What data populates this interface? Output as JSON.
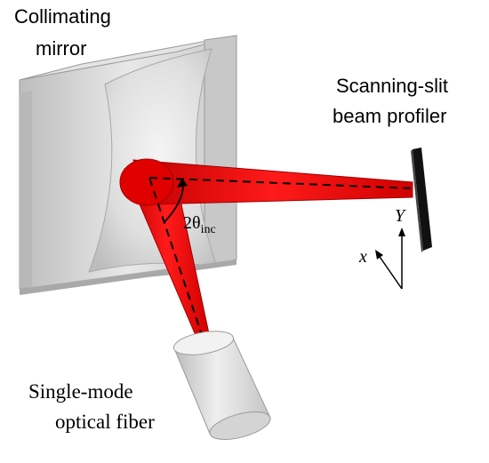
{
  "labels": {
    "mirror_line1": "Collimating",
    "mirror_line2": "mirror",
    "profiler_line1": "Scanning-slit",
    "profiler_line2": "beam profiler",
    "fiber_line1": "Single-mode",
    "fiber_line2": "optical fiber",
    "angle_main": "2θ",
    "angle_sub": "inc",
    "axis_x": "x",
    "axis_y": "Y"
  },
  "colors": {
    "beam": "#e00000",
    "beam_dark": "#b00000",
    "mirror_face": "#d8d8d8",
    "mirror_side": "#bdbdbd",
    "mirror_top": "#e6e6e6",
    "fiber_body": "#e2e2e2",
    "profiler": "#111111"
  }
}
